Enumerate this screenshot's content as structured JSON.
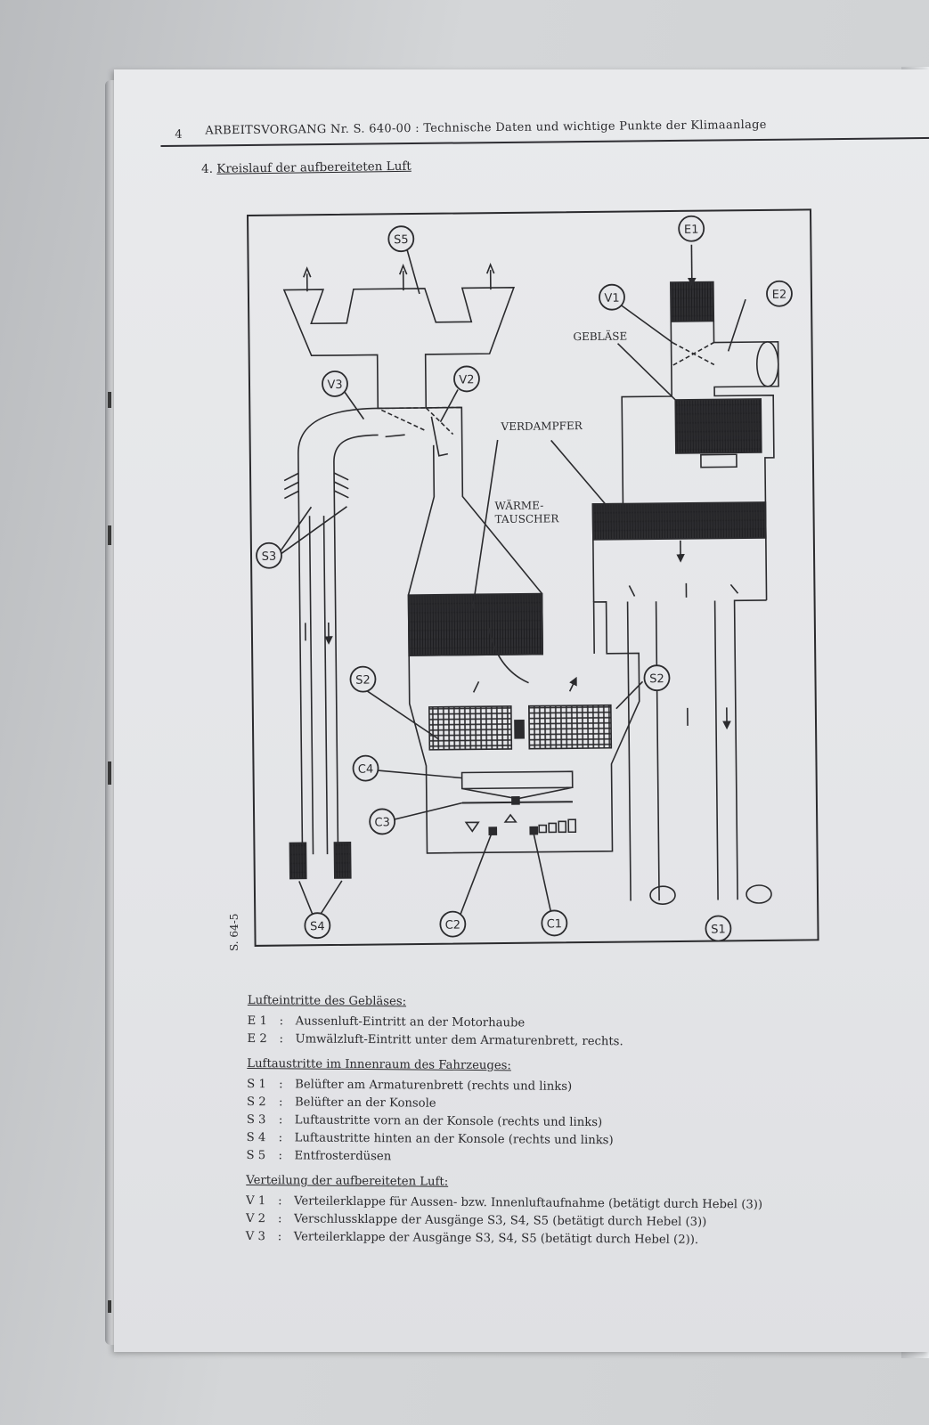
{
  "page": {
    "page_number": "4",
    "header_text": "ARBEITSVORGANG Nr.   S. 640-00 : Technische Daten und wichtige Punkte der Klimaanlage",
    "section_number": "4.",
    "section_title": "Kreislauf der aufbereiteten Luft",
    "figure_code": "S. 64-5"
  },
  "diagram": {
    "labels": {
      "geblaese": "GEBLÄSE",
      "verdampfer": "VERDAMPFER",
      "waerme_1": "WÄRME-",
      "waerme_2": "TAUSCHER"
    },
    "markers": {
      "e1": "E1",
      "e2": "E2",
      "v1": "V1",
      "v2": "V2",
      "v3": "V3",
      "s1": "S1",
      "s2a": "S2",
      "s2b": "S2",
      "s3": "S3",
      "s4": "S4",
      "s5": "S5",
      "c1": "C1",
      "c2": "C2",
      "c3": "C3",
      "c4": "C4"
    }
  },
  "legend": {
    "intake_title": "Lufteintritte des Gebläses:",
    "intake": [
      {
        "key": "E 1",
        "text": "Aussenluft-Eintritt an der Motorhaube"
      },
      {
        "key": "E 2",
        "text": "Umwälzluft-Eintritt unter dem Armaturenbrett, rechts."
      }
    ],
    "outlet_title": "Luftaustritte im Innenraum des Fahrzeuges:",
    "outlets": [
      {
        "key": "S 1",
        "text": "Belüfter am Armaturenbrett (rechts und links)"
      },
      {
        "key": "S 2",
        "text": "Belüfter an der Konsole"
      },
      {
        "key": "S 3",
        "text": "Luftaustritte vorn an der Konsole (rechts und links)"
      },
      {
        "key": "S 4",
        "text": "Luftaustritte hinten an der Konsole (rechts und links)"
      },
      {
        "key": "S 5",
        "text": "Entfrosterdüsen"
      }
    ],
    "distribution_title": "Verteilung der aufbereiteten Luft:",
    "distribution": [
      {
        "key": "V 1",
        "text": "Verteilerklappe für Aussen- bzw. Innenluftaufnahme (betätigt durch Hebel (3))"
      },
      {
        "key": "V 2",
        "text": "Verschlussklappe der Ausgänge S3, S4, S5 (betätigt durch Hebel (3))"
      },
      {
        "key": "V 3",
        "text": "Verteilerklappe der Ausgänge S3, S4, S5 (betätigt durch Hebel (2))."
      }
    ],
    "separator": ":"
  },
  "colors": {
    "ink": "#2b2b2e",
    "paper": "#e6e7ea",
    "core_fill": "#3a3a3e"
  }
}
